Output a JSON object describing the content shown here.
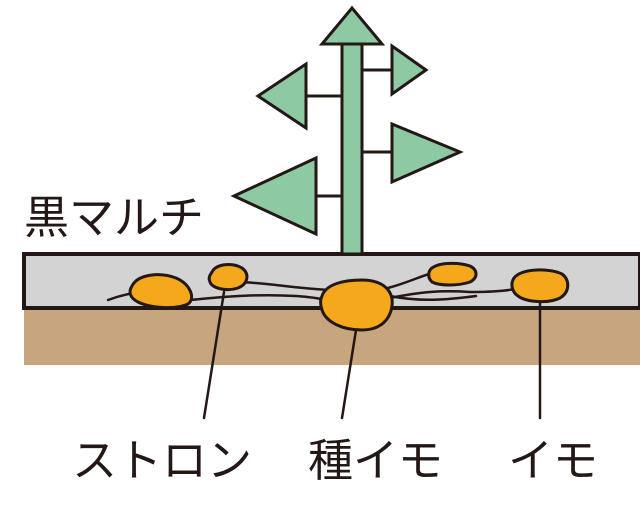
{
  "labels": {
    "mulch": "黒マルチ",
    "stolon": "ストロン",
    "seed_potato": "種イモ",
    "potato": "イモ"
  },
  "colors": {
    "leaf": "#8dc9a3",
    "outline": "#231815",
    "mulch": "#d3d3d4",
    "soil": "#c6a57f",
    "tuber": "#f4a81c"
  }
}
